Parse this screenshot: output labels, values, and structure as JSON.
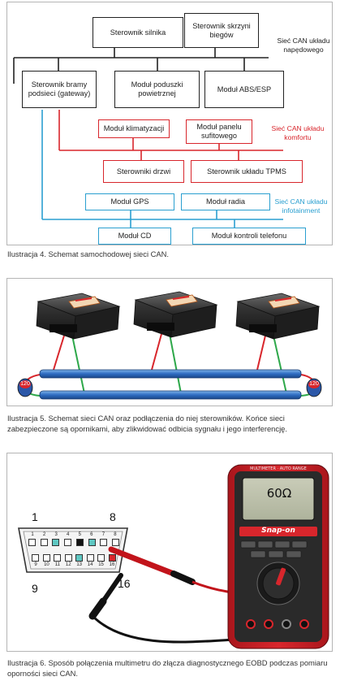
{
  "diagram1": {
    "boxes": {
      "engine": "Sterownik silnika",
      "gearbox": "Sterownik skrzyni biegów",
      "gateway": "Sterownik bramy podsieci (gateway)",
      "airbag": "Moduł poduszki powietrznej",
      "abs": "Moduł ABS/ESP",
      "climate": "Moduł klimatyzacji",
      "roof": "Moduł panelu sufitowego",
      "doors": "Sterowniki drzwi",
      "tpms": "Sterownik układu TPMS",
      "gps": "Moduł GPS",
      "radio": "Moduł radia",
      "cd": "Moduł CD",
      "phone": "Moduł kontroli telefonu"
    },
    "bus_labels": {
      "drive": "Sieć CAN układu napędowego",
      "comfort": "Sieć CAN układu komfortu",
      "infotainment": "Sieć CAN układu infotainment"
    },
    "colors": {
      "drive": "#222222",
      "comfort": "#d8262c",
      "infotainment": "#2a9fd0"
    }
  },
  "diagram2": {
    "terminator_left": "120",
    "terminator_right": "120"
  },
  "diagram3": {
    "pin_labels": {
      "tl": "1",
      "tr": "8",
      "bl": "9",
      "br": "16"
    },
    "pin_row_top": [
      "1",
      "2",
      "3",
      "4",
      "5",
      "6",
      "7",
      "8"
    ],
    "pin_row_bottom": [
      "9",
      "10",
      "11",
      "12",
      "13",
      "14",
      "15",
      "16"
    ],
    "meter": {
      "header": "MULTIMETER · AUTO RANGE",
      "reading": "60Ω",
      "brand": "Snap-on"
    }
  },
  "captions": {
    "c1": "Ilustracja 4. Schemat samochodowej sieci CAN.",
    "c2": "Ilustracja 5. Schemat sieci CAN oraz podłączenia do niej sterowników. Końce sieci zabezpieczone są opornikami, aby zlikwidować odbicia sygnału i jego interferencję.",
    "c3": "Ilustracja 6. Sposób połączenia multimetru do złącza diagnostycznego EOBD podczas pomiaru oporności sieci CAN."
  }
}
